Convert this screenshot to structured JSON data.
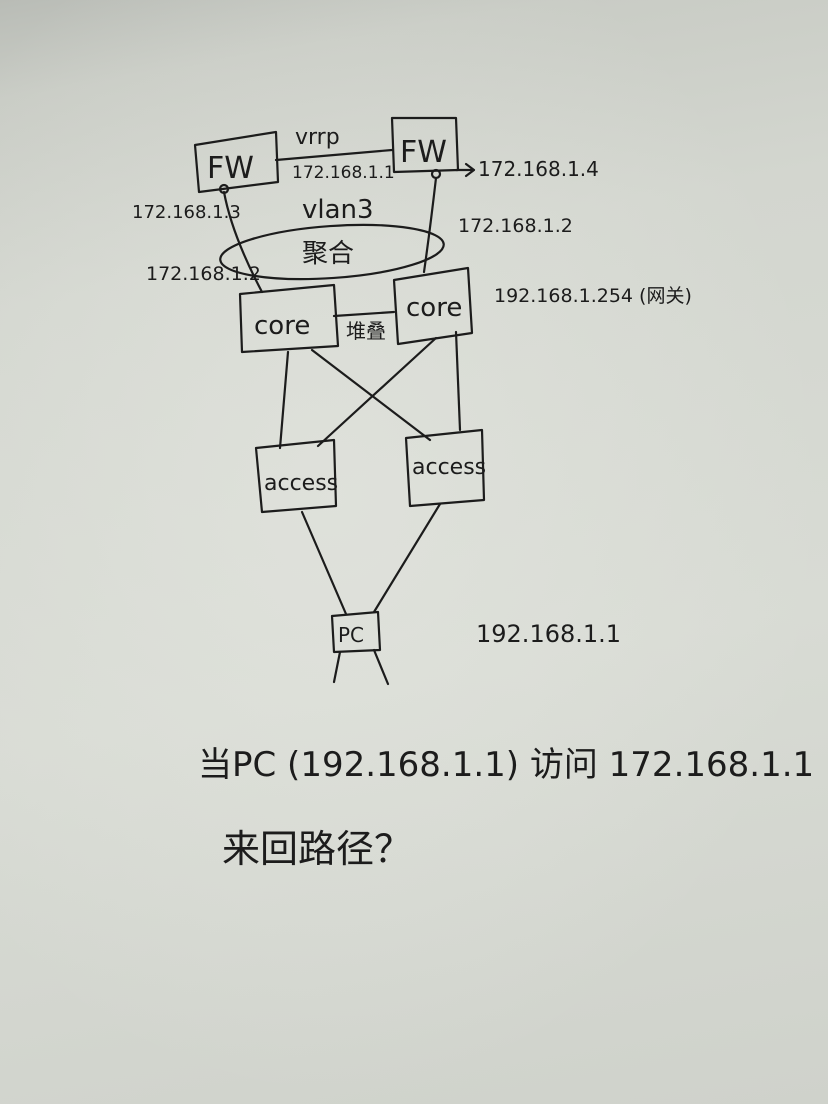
{
  "nodes": {
    "fw_left": "FW",
    "fw_right": "FW",
    "core_left": "core",
    "core_right": "core",
    "access_left": "access",
    "access_right": "access",
    "pc": "PC"
  },
  "labels": {
    "vrrp": "vrrp",
    "vrrp_ip": "172.168.1.1",
    "fw_right_ip": "172.168.1.4",
    "fw_left_ip": "172.168.1.3",
    "vlan": "vlan3",
    "core_right_ip": "172.168.1.2",
    "aggregation": "聚合",
    "core_left_ip": "172.168.1.2",
    "gateway": "192.168.1.254 (网关)",
    "stack": "堆叠",
    "pc_ip": "192.168.1.1"
  },
  "question": {
    "line1": "当PC (192.168.1.1) 访问 172.168.1.1",
    "line2": "来回路径？"
  }
}
